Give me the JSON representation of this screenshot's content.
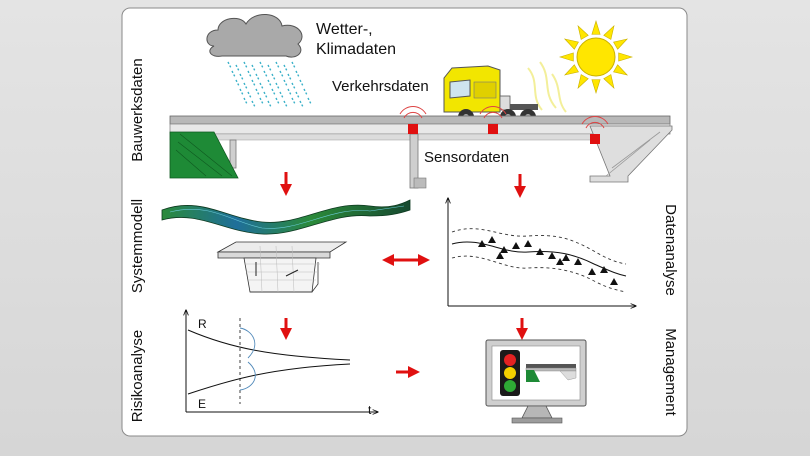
{
  "labels": {
    "weather": [
      "Wetter-,",
      "Klimadaten"
    ],
    "traffic": "Verkehrsdaten",
    "sensor": "Sensordaten",
    "building": "Bauwerksdaten",
    "system": "Systemmodell",
    "data_analysis": "Datenanalyse",
    "risk": "Risikoanalyse",
    "management": "Management"
  },
  "risk_plot": {
    "upper": "R",
    "lower": "E",
    "axis": "t"
  },
  "colors": {
    "arrow": "#e01010",
    "sensor": "#e01010",
    "truck": "#f2e600",
    "sun": "#ffe600",
    "cloud": "#a9a9a9",
    "rain": "#38b0c8",
    "embankment": "#1e8a36",
    "traffic_light": [
      "#e32222",
      "#f4d000",
      "#2eaa35"
    ]
  }
}
